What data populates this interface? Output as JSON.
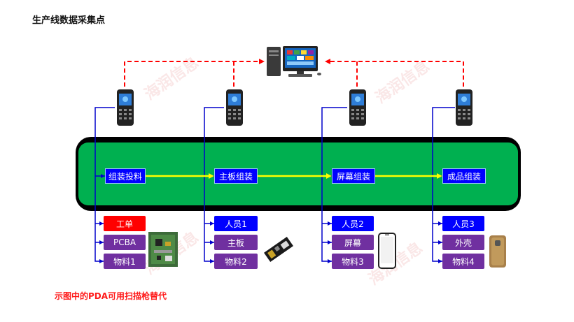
{
  "title": "生产线数据采集点",
  "footnote": "示图中的PDA可用扫描枪替代",
  "stages": [
    {
      "label": "组装投料"
    },
    {
      "label": "主板组装"
    },
    {
      "label": "屏幕组装"
    },
    {
      "label": "成品组装"
    }
  ],
  "tags": {
    "s1": [
      "工单",
      "PCBA",
      "物料1"
    ],
    "s2": [
      "人员1",
      "主板",
      "物料2"
    ],
    "s3": [
      "人员2",
      "屏幕",
      "物料3"
    ],
    "s4": [
      "人员3",
      "外壳",
      "物料4"
    ]
  },
  "watermark": "海润信息",
  "colors": {
    "belt": "#00b050",
    "stage": "#0000ff",
    "link": "#0000cc",
    "dashed": "#ff0000",
    "flow": "#ffff00",
    "red_tag": "#ff0000",
    "purple_tag": "#7030a0"
  }
}
